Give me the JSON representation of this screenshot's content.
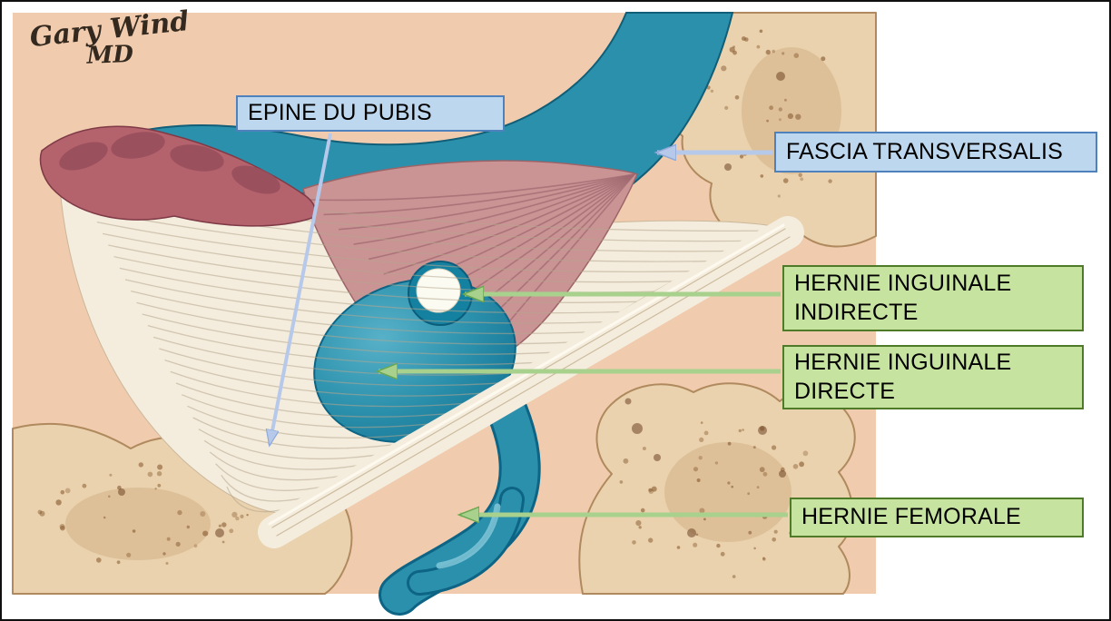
{
  "signature": {
    "name": "Gary Wind",
    "credential": "MD"
  },
  "labels": {
    "epine": "EPINE DU PUBIS",
    "fascia": "FASCIA TRANSVERSALIS",
    "indirecte": "HERNIE INGUINALE INDIRECTE",
    "directe": "HERNIE INGUINALE DIRECTE",
    "femorale": "HERNIE FEMORALE"
  },
  "colors": {
    "canvas_bg": "#ffffff",
    "illustration_bg": "#f0cbad",
    "blue_label_bg": "#bdd7ee",
    "blue_label_border": "#4f81bd",
    "green_label_bg": "#c7e3a0",
    "green_label_border": "#4f7a28",
    "blue_arrow": "#b7c9ea",
    "green_arrow": "#a9d18e",
    "label_text": "#000000",
    "fascia_teal": "#2b90ac",
    "teal_dark": "#0d6484",
    "muscle_pink": "#ca9394",
    "muscle_red": "#b4626c",
    "aponeurosis_white": "#f4eddd",
    "bone": "#e9d2ad"
  }
}
